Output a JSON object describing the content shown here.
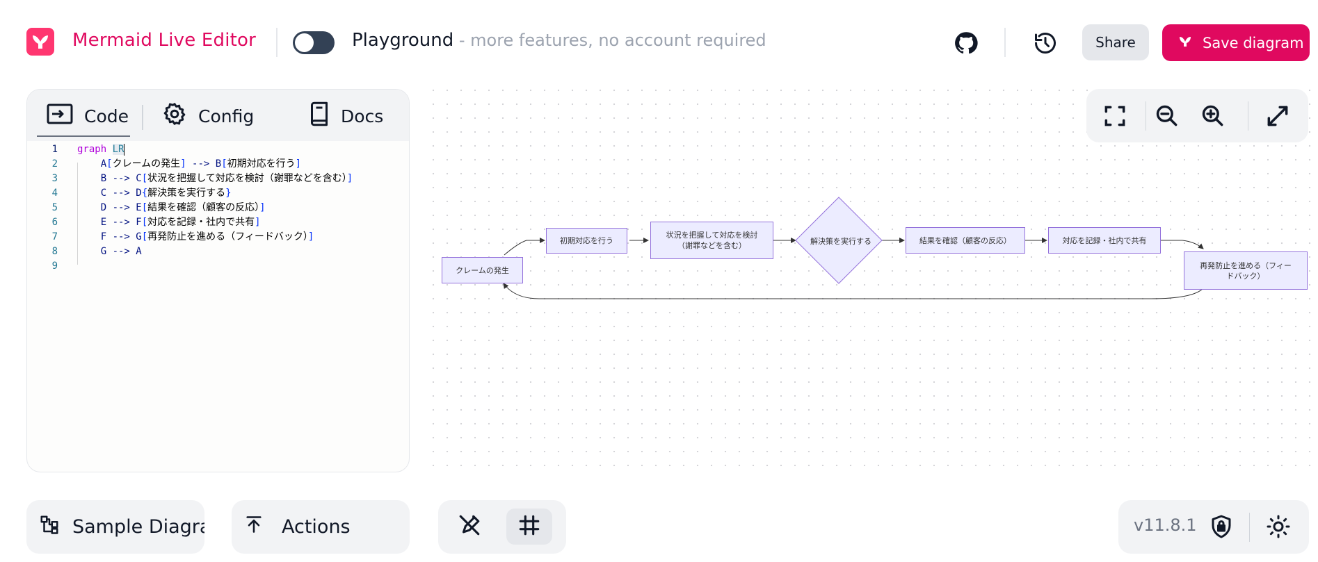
{
  "header": {
    "app_title": "Mermaid Live Editor",
    "playground_label": "Playground",
    "playground_sub": " - more features, no account required",
    "share_label": "Share",
    "save_label": "Save diagram"
  },
  "editor": {
    "tabs": [
      {
        "label": "Code",
        "icon": "code-icon",
        "active": true
      },
      {
        "label": "Config",
        "icon": "gear-icon"
      },
      {
        "label": "Docs",
        "icon": "book-icon"
      }
    ],
    "lines": [
      {
        "n": "1",
        "indent": "",
        "tokens": [
          {
            "t": "graph ",
            "c": "kw"
          },
          {
            "t": "LR",
            "c": "sel"
          }
        ]
      },
      {
        "n": "2",
        "indent": "    ",
        "tokens": [
          {
            "t": "A",
            "c": "id"
          },
          {
            "t": "[",
            "c": "br"
          },
          {
            "t": "クレームの発生",
            "c": "tx"
          },
          {
            "t": "]",
            "c": "br"
          },
          {
            "t": " --> ",
            "c": "id"
          },
          {
            "t": "B",
            "c": "id"
          },
          {
            "t": "[",
            "c": "br"
          },
          {
            "t": "初期対応を行う",
            "c": "tx"
          },
          {
            "t": "]",
            "c": "br"
          }
        ]
      },
      {
        "n": "3",
        "indent": "    ",
        "tokens": [
          {
            "t": "B --> ",
            "c": "id"
          },
          {
            "t": "C",
            "c": "id"
          },
          {
            "t": "[",
            "c": "br"
          },
          {
            "t": "状況を把握して対応を検討（謝罪などを含む）",
            "c": "tx"
          },
          {
            "t": "]",
            "c": "br"
          }
        ]
      },
      {
        "n": "4",
        "indent": "    ",
        "tokens": [
          {
            "t": "C --> ",
            "c": "id"
          },
          {
            "t": "D",
            "c": "id"
          },
          {
            "t": "{",
            "c": "br"
          },
          {
            "t": "解決策を実行する",
            "c": "tx"
          },
          {
            "t": "}",
            "c": "br"
          }
        ]
      },
      {
        "n": "5",
        "indent": "    ",
        "tokens": [
          {
            "t": "D --> ",
            "c": "id"
          },
          {
            "t": "E",
            "c": "id"
          },
          {
            "t": "[",
            "c": "br"
          },
          {
            "t": "結果を確認（顧客の反応）",
            "c": "tx"
          },
          {
            "t": "]",
            "c": "br"
          }
        ]
      },
      {
        "n": "6",
        "indent": "    ",
        "tokens": [
          {
            "t": "E --> ",
            "c": "id"
          },
          {
            "t": "F",
            "c": "id"
          },
          {
            "t": "[",
            "c": "br"
          },
          {
            "t": "対応を記録・社内で共有",
            "c": "tx"
          },
          {
            "t": "]",
            "c": "br"
          }
        ]
      },
      {
        "n": "7",
        "indent": "    ",
        "tokens": [
          {
            "t": "F --> ",
            "c": "id"
          },
          {
            "t": "G",
            "c": "id"
          },
          {
            "t": "[",
            "c": "br"
          },
          {
            "t": "再発防止を進める（フィードバック）",
            "c": "tx"
          },
          {
            "t": "]",
            "c": "br"
          }
        ]
      },
      {
        "n": "8",
        "indent": "    ",
        "tokens": [
          {
            "t": "G --> A",
            "c": "id"
          }
        ]
      },
      {
        "n": "9",
        "indent": "",
        "tokens": []
      }
    ]
  },
  "diagram": {
    "nodes": {
      "A": "クレームの発生",
      "B": "初期対応を行う",
      "C_line1": "状況を把握して対応を検討",
      "C_line2": "（謝罪などを含む）",
      "D": "解決策を実行する",
      "E": "結果を確認（顧客の反応）",
      "F": "対応を記録・社内で共有",
      "G_line1": "再発防止を進める（フィー",
      "G_line2": "ドバック）"
    }
  },
  "bottom": {
    "sample_label": "Sample Diagra",
    "actions_label": "Actions",
    "version": "v11.8.1"
  },
  "colors": {
    "brand": "#e0095f",
    "logo": "#ff3670",
    "node_fill": "#ececff",
    "node_stroke": "#9370db"
  }
}
